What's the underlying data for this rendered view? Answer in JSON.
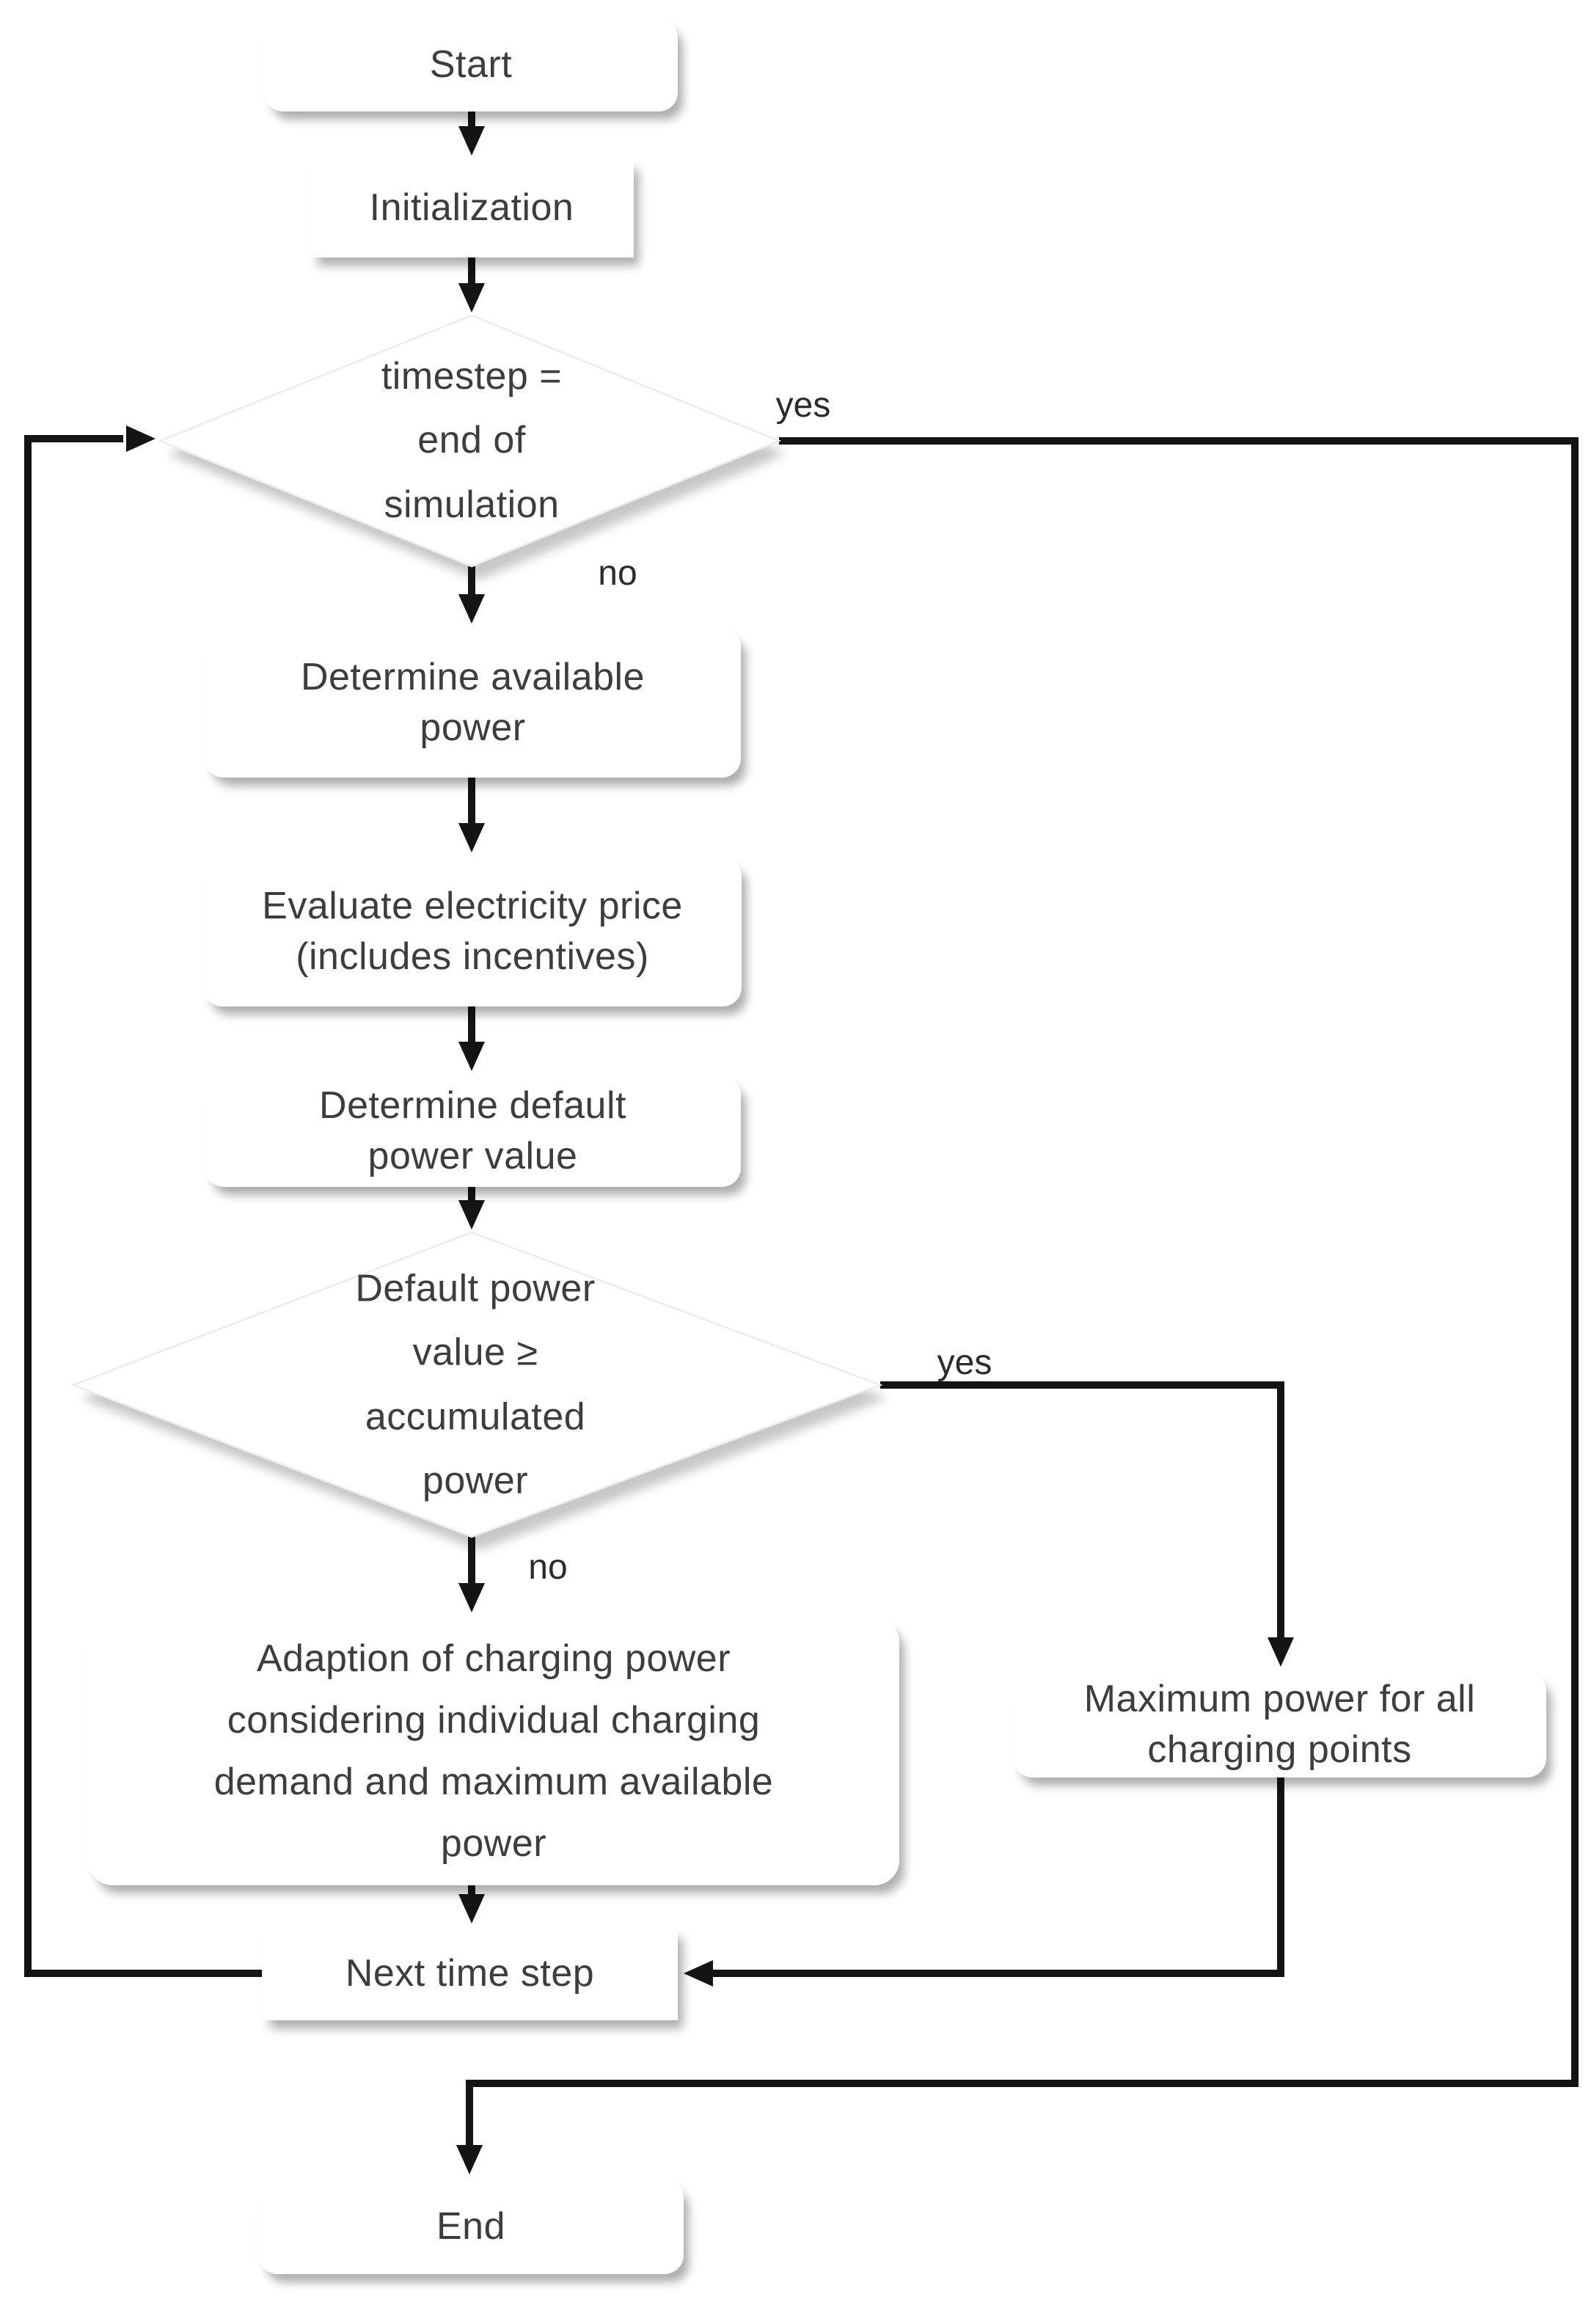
{
  "flowchart": {
    "nodes": {
      "start": {
        "label": "Start",
        "shape": "terminator"
      },
      "initialization": {
        "label": "Initialization",
        "shape": "process"
      },
      "timestep_decision": {
        "label": "timestep =\nend of\nsimulation",
        "shape": "decision"
      },
      "determine_available_power": {
        "label": "Determine available\npower",
        "shape": "process"
      },
      "evaluate_electricity_price": {
        "label": "Evaluate electricity price\n(includes incentives)",
        "shape": "process"
      },
      "determine_default_power": {
        "label": "Determine default\npower value",
        "shape": "process"
      },
      "default_power_decision": {
        "label": "Default power\nvalue ≥\naccumulated\npower",
        "shape": "decision"
      },
      "adaption_charging_power": {
        "label": "Adaption of charging power\nconsidering individual charging\ndemand and maximum available\npower",
        "shape": "process"
      },
      "maximum_power": {
        "label": "Maximum power for all\ncharging points",
        "shape": "process"
      },
      "next_time_step": {
        "label": "Next time step",
        "shape": "process"
      },
      "end": {
        "label": "End",
        "shape": "terminator"
      }
    },
    "edge_labels": {
      "timestep_yes": "yes",
      "timestep_no": "no",
      "default_power_yes": "yes",
      "default_power_no": "no"
    },
    "edges": [
      {
        "from": "start",
        "to": "initialization"
      },
      {
        "from": "initialization",
        "to": "timestep_decision"
      },
      {
        "from": "timestep_decision",
        "to": "end",
        "label": "yes"
      },
      {
        "from": "timestep_decision",
        "to": "determine_available_power",
        "label": "no"
      },
      {
        "from": "determine_available_power",
        "to": "evaluate_electricity_price"
      },
      {
        "from": "evaluate_electricity_price",
        "to": "determine_default_power"
      },
      {
        "from": "determine_default_power",
        "to": "default_power_decision"
      },
      {
        "from": "default_power_decision",
        "to": "maximum_power",
        "label": "yes"
      },
      {
        "from": "default_power_decision",
        "to": "adaption_charging_power",
        "label": "no"
      },
      {
        "from": "adaption_charging_power",
        "to": "next_time_step"
      },
      {
        "from": "maximum_power",
        "to": "next_time_step"
      },
      {
        "from": "next_time_step",
        "to": "timestep_decision"
      }
    ],
    "colors": {
      "line": "#141414",
      "text": "#3d3d3d",
      "node_fill": "#ffffff",
      "background": "#ffffff"
    }
  }
}
